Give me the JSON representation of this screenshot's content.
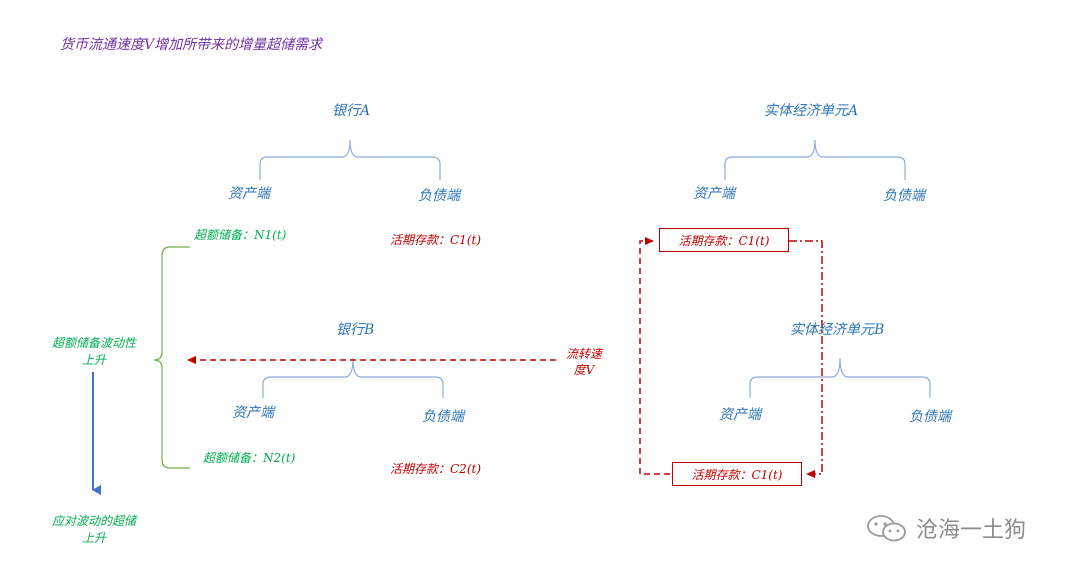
{
  "title": "货币流通速度V增加所带来的增量超储需求",
  "bank_a": {
    "name": "银行A",
    "asset": "资产端",
    "liability": "负债端",
    "deposit": "活期存款：C1(t)",
    "excess_reserve": "超额储备：N1(t)"
  },
  "bank_b": {
    "name": "银行B",
    "asset": "资产端",
    "liability": "负债端",
    "deposit": "活期存款：C2(t)",
    "excess_reserve": "超额储备：N2(t)"
  },
  "entity_a": {
    "name": "实体经济单元A",
    "asset": "资产端",
    "liability": "负债端",
    "deposit": "活期存款：C1(t)"
  },
  "entity_b": {
    "name": "实体经济单元B",
    "asset": "资产端",
    "liability": "负债端",
    "deposit": "活期存款：C1(t)"
  },
  "velocity_label": [
    "流转速",
    "度V"
  ],
  "volatility_label": [
    "超额储备波动性",
    "上升"
  ],
  "demand_label": [
    "应对波动的超储",
    "上升"
  ],
  "watermark": "沧海一土狗",
  "colors": {
    "title": "#7030a0",
    "blue": "#2e75b6",
    "red": "#c00000",
    "green": "#00b050",
    "arrow": "#4472c4"
  }
}
